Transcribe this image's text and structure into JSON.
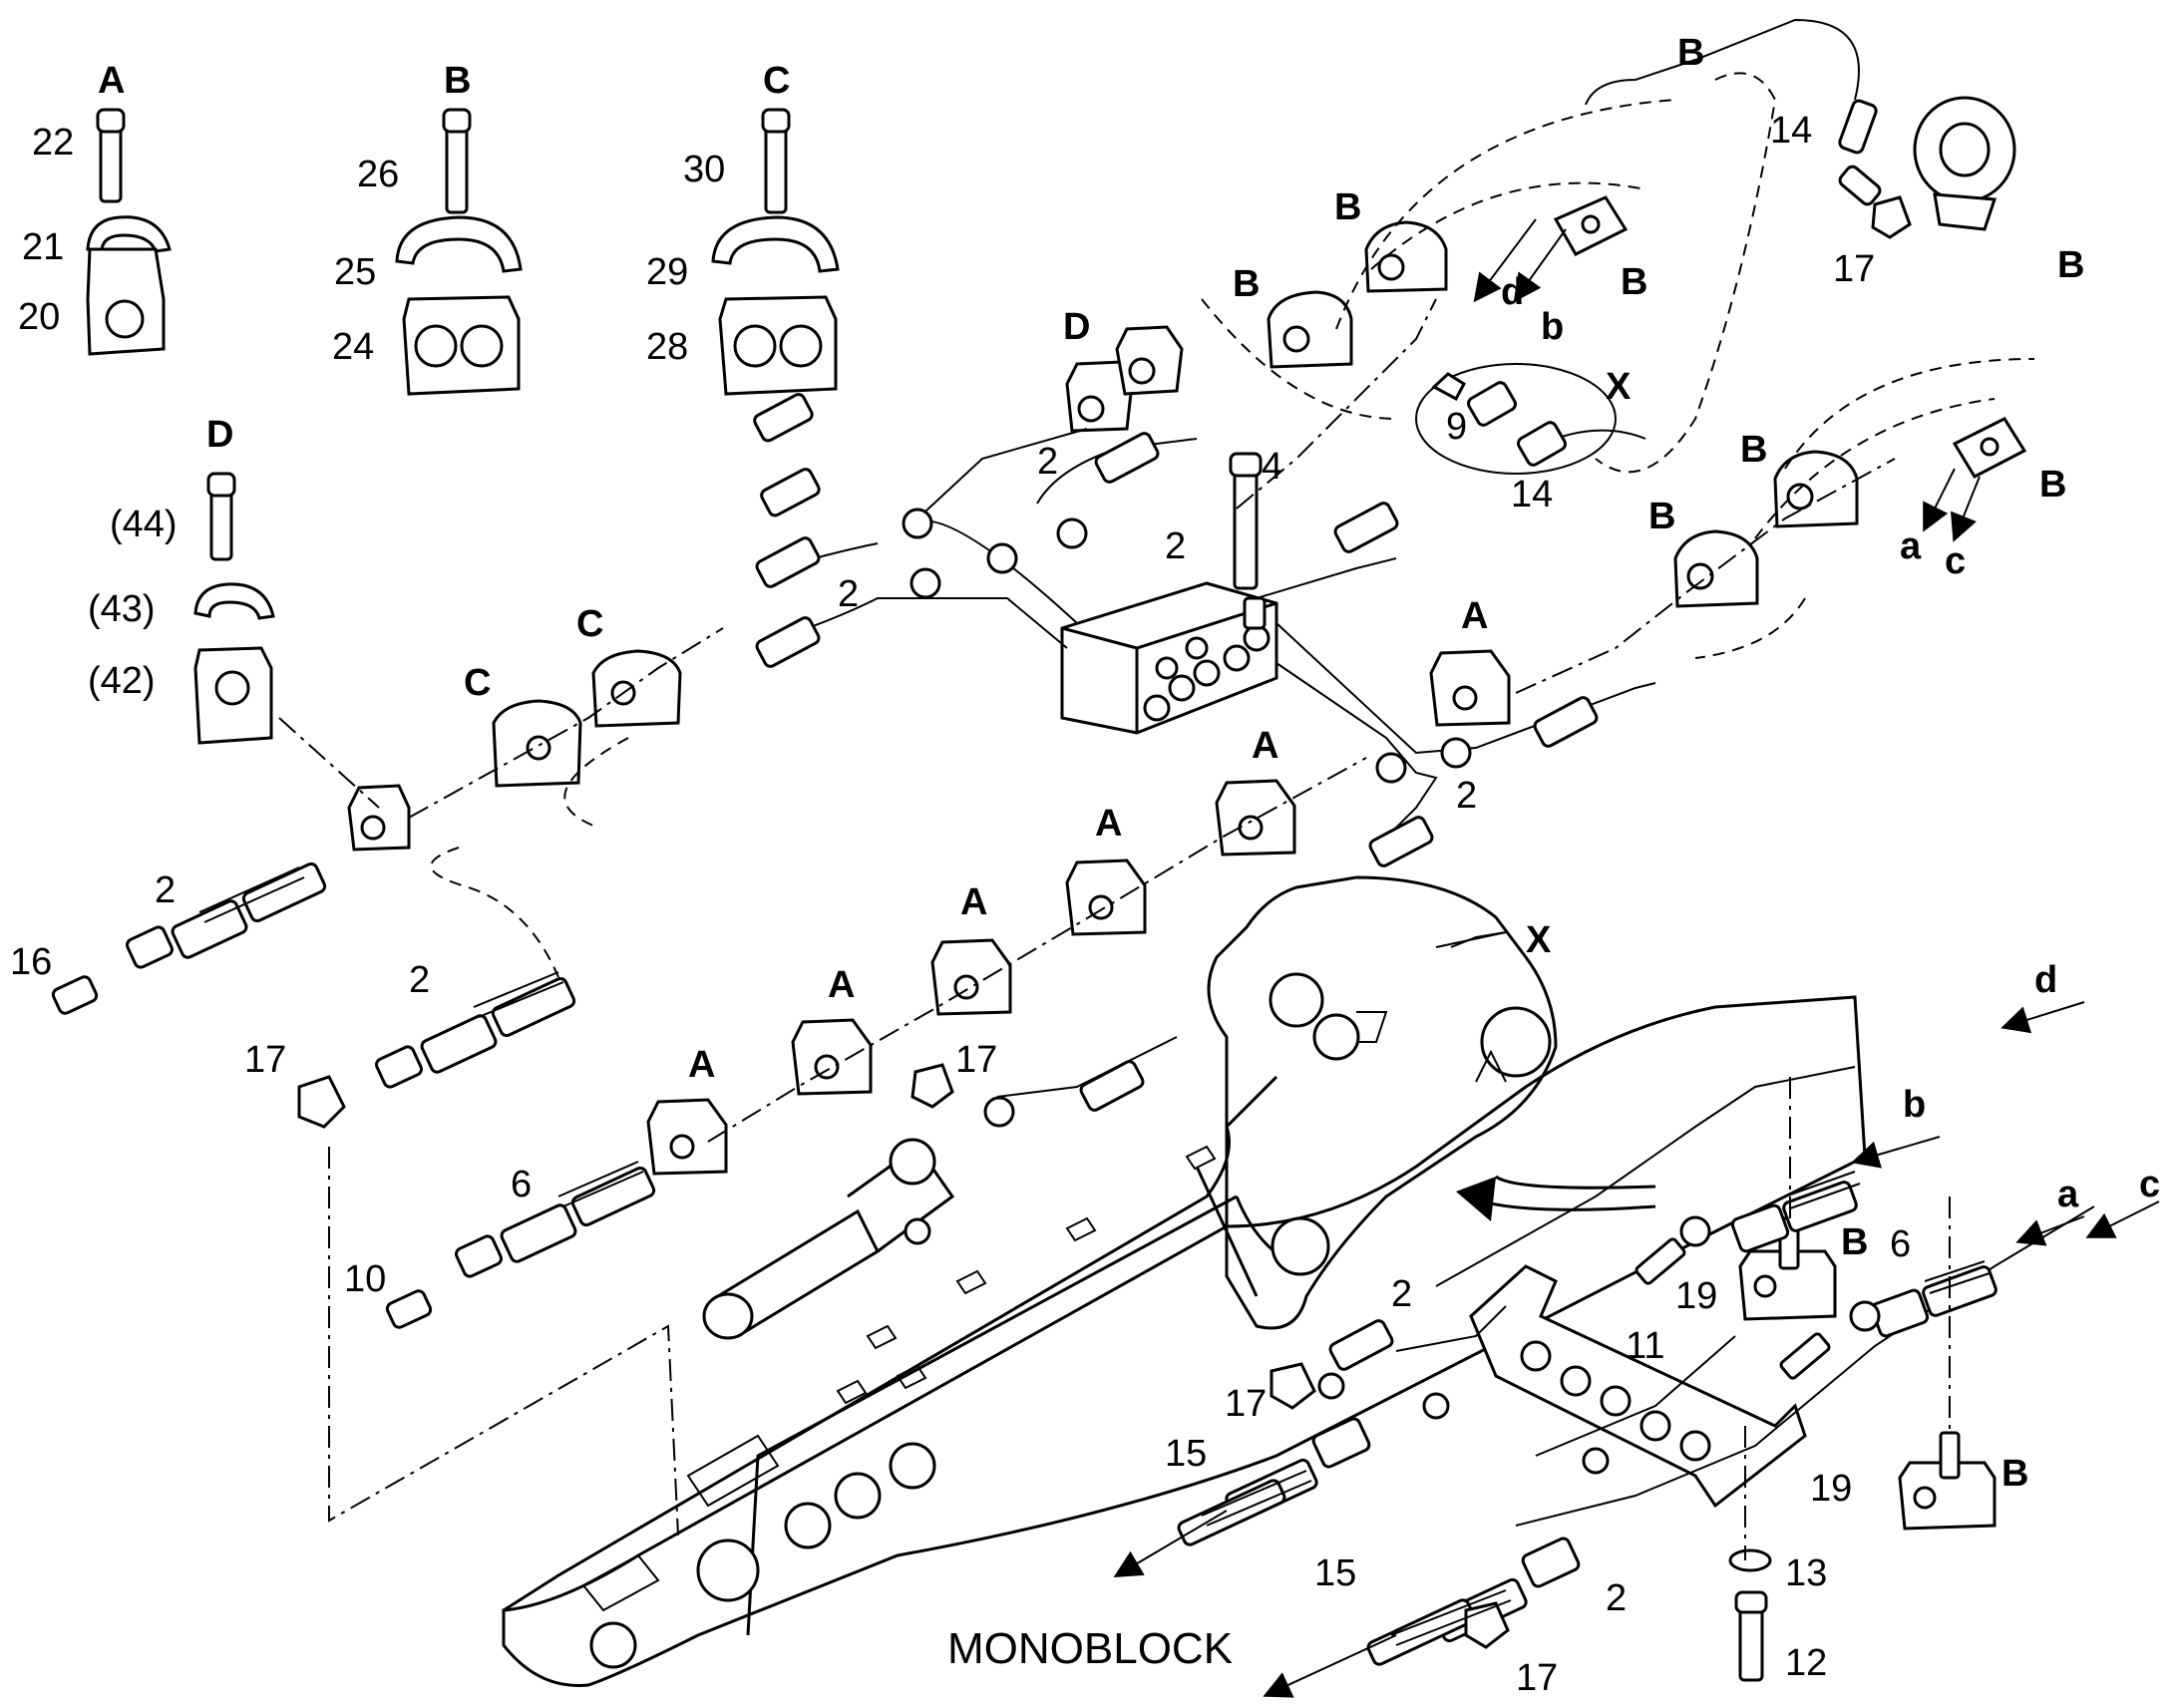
{
  "refs": {
    "n2": "2",
    "n4": "4",
    "n6": "6",
    "n9": "9",
    "n10": "10",
    "n11": "11",
    "n12": "12",
    "n13": "13",
    "n14": "14",
    "n15": "15",
    "n16": "16",
    "n17": "17",
    "n19": "19",
    "n20": "20",
    "n21": "21",
    "n22": "22",
    "n24": "24",
    "n25": "25",
    "n26": "26",
    "n28": "28",
    "n29": "29",
    "n30": "30",
    "p42": "(42)",
    "p43": "(43)",
    "p44": "(44)"
  },
  "letters": {
    "A": "A",
    "B": "B",
    "C": "C",
    "D": "D",
    "X": "X",
    "a": "a",
    "b": "b",
    "c": "c",
    "d": "d"
  },
  "monoblock_label": "MONOBLOCK"
}
